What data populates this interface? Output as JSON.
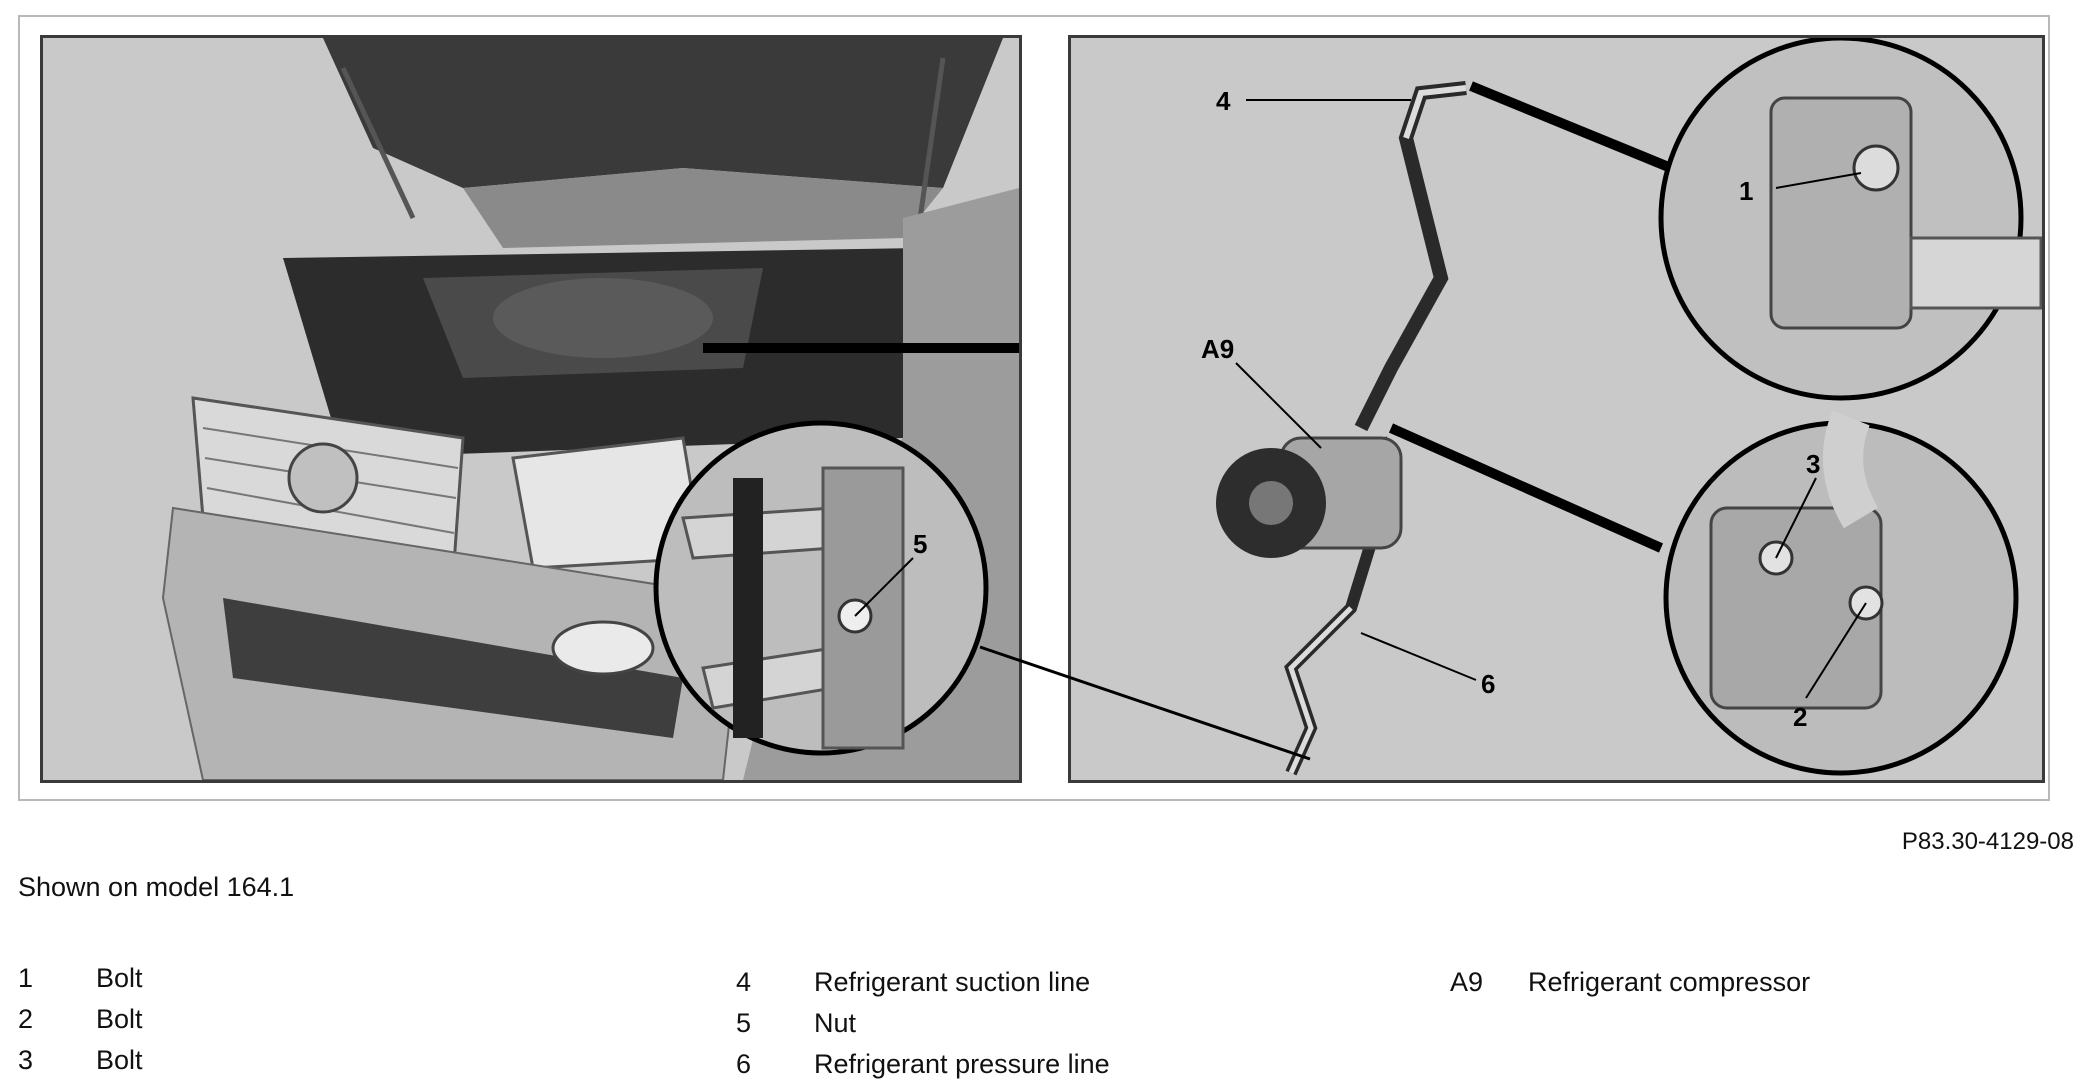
{
  "figure": {
    "id": "P83.30-4129-08",
    "left_panel": {
      "callouts": [
        "5"
      ]
    },
    "right_panel": {
      "callouts": [
        "4",
        "A9",
        "6",
        "1",
        "3",
        "2"
      ]
    }
  },
  "caption": "Shown on model 164.1",
  "legend": {
    "column1": [
      {
        "key": "1",
        "label": "Bolt"
      },
      {
        "key": "2",
        "label": "Bolt"
      },
      {
        "key": "3",
        "label": "Bolt"
      }
    ],
    "column2": [
      {
        "key": "4",
        "label": "Refrigerant suction line"
      },
      {
        "key": "5",
        "label": "Nut"
      },
      {
        "key": "6",
        "label": "Refrigerant pressure line"
      }
    ],
    "column3": [
      {
        "key": "A9",
        "label": "Refrigerant compressor"
      }
    ]
  },
  "colors": {
    "panel_bg": "#c9c9c9",
    "frame": "#b8b8b8",
    "ink": "#000000"
  }
}
